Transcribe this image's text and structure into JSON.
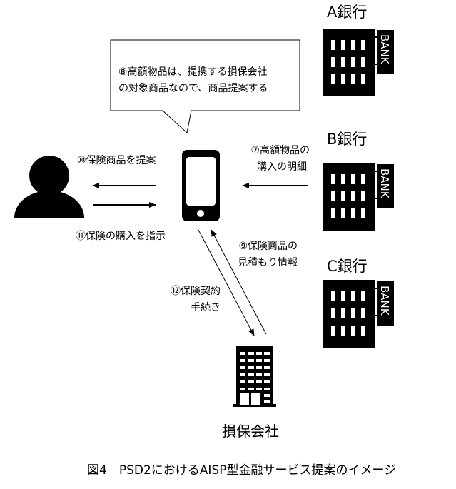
{
  "banks": [
    {
      "label": "A銀行",
      "sign": "BANK"
    },
    {
      "label": "B銀行",
      "sign": "BANK"
    },
    {
      "label": "C銀行",
      "sign": "BANK"
    }
  ],
  "bubble": {
    "line1": "⑧高額物品は、提携する損保会社",
    "line2": "の対象商品なので、商品提案する"
  },
  "labels": {
    "proposal": "⑩保険商品を提案",
    "purchase": "⑪保険の購入を指示",
    "statement_1": "⑦高額物品の",
    "statement_2": "購入の明細",
    "estimate_1": "⑨保険商品の",
    "estimate_2": "見積もり情報",
    "contract_1": "⑫保険契約",
    "contract_2": "手続き"
  },
  "insurer": {
    "label": "損保会社"
  },
  "caption": "図4　PSD2におけるAISP型金融サービス提案のイメージ"
}
